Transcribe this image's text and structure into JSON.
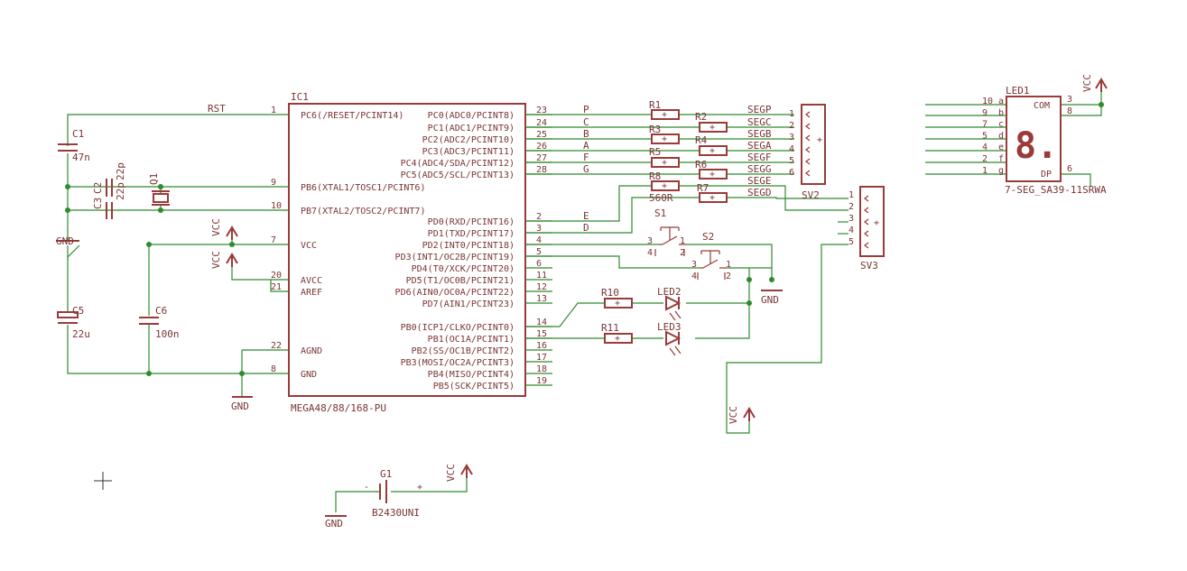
{
  "ic1": {
    "name": "IC1",
    "value": "MEGA48/88/168-PU",
    "left_pins": [
      {
        "num": "1",
        "label": "PC6(/RESET/PCINT14)"
      },
      {
        "num": "9",
        "label": "PB6(XTAL1/TOSC1/PCINT6)"
      },
      {
        "num": "10",
        "label": "PB7(XTAL2/TOSC2/PCINT7)"
      },
      {
        "num": "7",
        "label": "VCC"
      },
      {
        "num": "20",
        "label": "AVCC"
      },
      {
        "num": "21",
        "label": "AREF"
      },
      {
        "num": "22",
        "label": "AGND"
      },
      {
        "num": "8",
        "label": "GND"
      }
    ],
    "right_pins": [
      {
        "num": "23",
        "label": "PC0(ADC0/PCINT8)",
        "net": "P"
      },
      {
        "num": "24",
        "label": "PC1(ADC1/PCINT9)",
        "net": "C"
      },
      {
        "num": "25",
        "label": "PC2(ADC2/PCINT10)",
        "net": "B"
      },
      {
        "num": "26",
        "label": "PC3(ADC3/PCINT11)",
        "net": "A"
      },
      {
        "num": "27",
        "label": "PC4(ADC4/SDA/PCINT12)",
        "net": "F"
      },
      {
        "num": "28",
        "label": "PC5(ADC5/SCL/PCINT13)",
        "net": "G"
      },
      {
        "num": "2",
        "label": "PD0(RXD/PCINT16)",
        "net": "E"
      },
      {
        "num": "3",
        "label": "PD1(TXD/PCINT17)",
        "net": "D"
      },
      {
        "num": "4",
        "label": "PD2(INT0/PCINT18)",
        "net": ""
      },
      {
        "num": "5",
        "label": "PD3(INT1/OC2B/PCINT19)",
        "net": ""
      },
      {
        "num": "6",
        "label": "PD4(T0/XCK/PCINT20)",
        "net": ""
      },
      {
        "num": "11",
        "label": "PD5(T1/OC0B/PCINT21)",
        "net": ""
      },
      {
        "num": "12",
        "label": "PD6(AIN0/OC0A/PCINT22)",
        "net": ""
      },
      {
        "num": "13",
        "label": "PD7(AIN1/PCINT23)",
        "net": ""
      },
      {
        "num": "14",
        "label": "PB0(ICP1/CLKO/PCINT0)",
        "net": ""
      },
      {
        "num": "15",
        "label": "PB1(OC1A/PCINT1)",
        "net": ""
      },
      {
        "num": "16",
        "label": "PB2(SS/OC1B/PCINT2)",
        "net": ""
      },
      {
        "num": "17",
        "label": "PB3(MOSI/OC2A/PCINT3)",
        "net": ""
      },
      {
        "num": "18",
        "label": "PB4(MISO/PCINT4)",
        "net": ""
      },
      {
        "num": "19",
        "label": "PB5(SCK/PCINT5)",
        "net": ""
      }
    ],
    "rst_net": "RST"
  },
  "caps": {
    "c1": {
      "name": "C1",
      "value": "47n"
    },
    "c2": {
      "name": "C2",
      "value": "22p"
    },
    "c3": {
      "name": "C3",
      "value": "22p"
    },
    "c5": {
      "name": "C5",
      "value": "22u"
    },
    "c6": {
      "name": "C6",
      "value": "100n"
    }
  },
  "crystal": {
    "name": "Q1"
  },
  "resistors": {
    "r1": "R1",
    "r2": "R2",
    "r3": "R3",
    "r4": "R4",
    "r5": "R5",
    "r6": "R6",
    "r7": "R7",
    "r8": "R8",
    "r8_value": "560R",
    "r10": "R10",
    "r11": "R11"
  },
  "seg_nets": [
    "SEGP",
    "SEGC",
    "SEGB",
    "SEGA",
    "SEGF",
    "SEGG",
    "SEGE",
    "SEGD"
  ],
  "sv2": {
    "name": "SV2",
    "pins": [
      "1",
      "2",
      "3",
      "4",
      "5",
      "6"
    ]
  },
  "sv3": {
    "name": "SV3",
    "pins": [
      "1",
      "2",
      "3",
      "4",
      "5"
    ]
  },
  "switches": {
    "s1": {
      "name": "S1",
      "pins": [
        "3",
        "4",
        "1",
        "2"
      ]
    },
    "s2": {
      "name": "S2",
      "pins": [
        "3",
        "4",
        "1",
        "2"
      ]
    }
  },
  "leds": {
    "led2": "LED2",
    "led3": "LED3"
  },
  "display": {
    "name": "LED1",
    "value": "7-SEG_SA39-11SRWA",
    "com": "COM",
    "dp": "DP",
    "digit": "8.",
    "left_pins": [
      {
        "num": "10",
        "seg": "a"
      },
      {
        "num": "9",
        "seg": "b"
      },
      {
        "num": "7",
        "seg": "c"
      },
      {
        "num": "5",
        "seg": "d"
      },
      {
        "num": "4",
        "seg": "e"
      },
      {
        "num": "2",
        "seg": "f"
      },
      {
        "num": "1",
        "seg": "g"
      }
    ],
    "right_pins": [
      "3",
      "8",
      "6"
    ]
  },
  "battery": {
    "name": "G1",
    "value": "B2430UNI",
    "minus": "-",
    "plus": "+"
  },
  "power": {
    "vcc": "VCC",
    "gnd": "GND"
  },
  "colors": {
    "component": "#9a3a3a",
    "wire": "#2e8b2e",
    "text": "#7a3434"
  }
}
